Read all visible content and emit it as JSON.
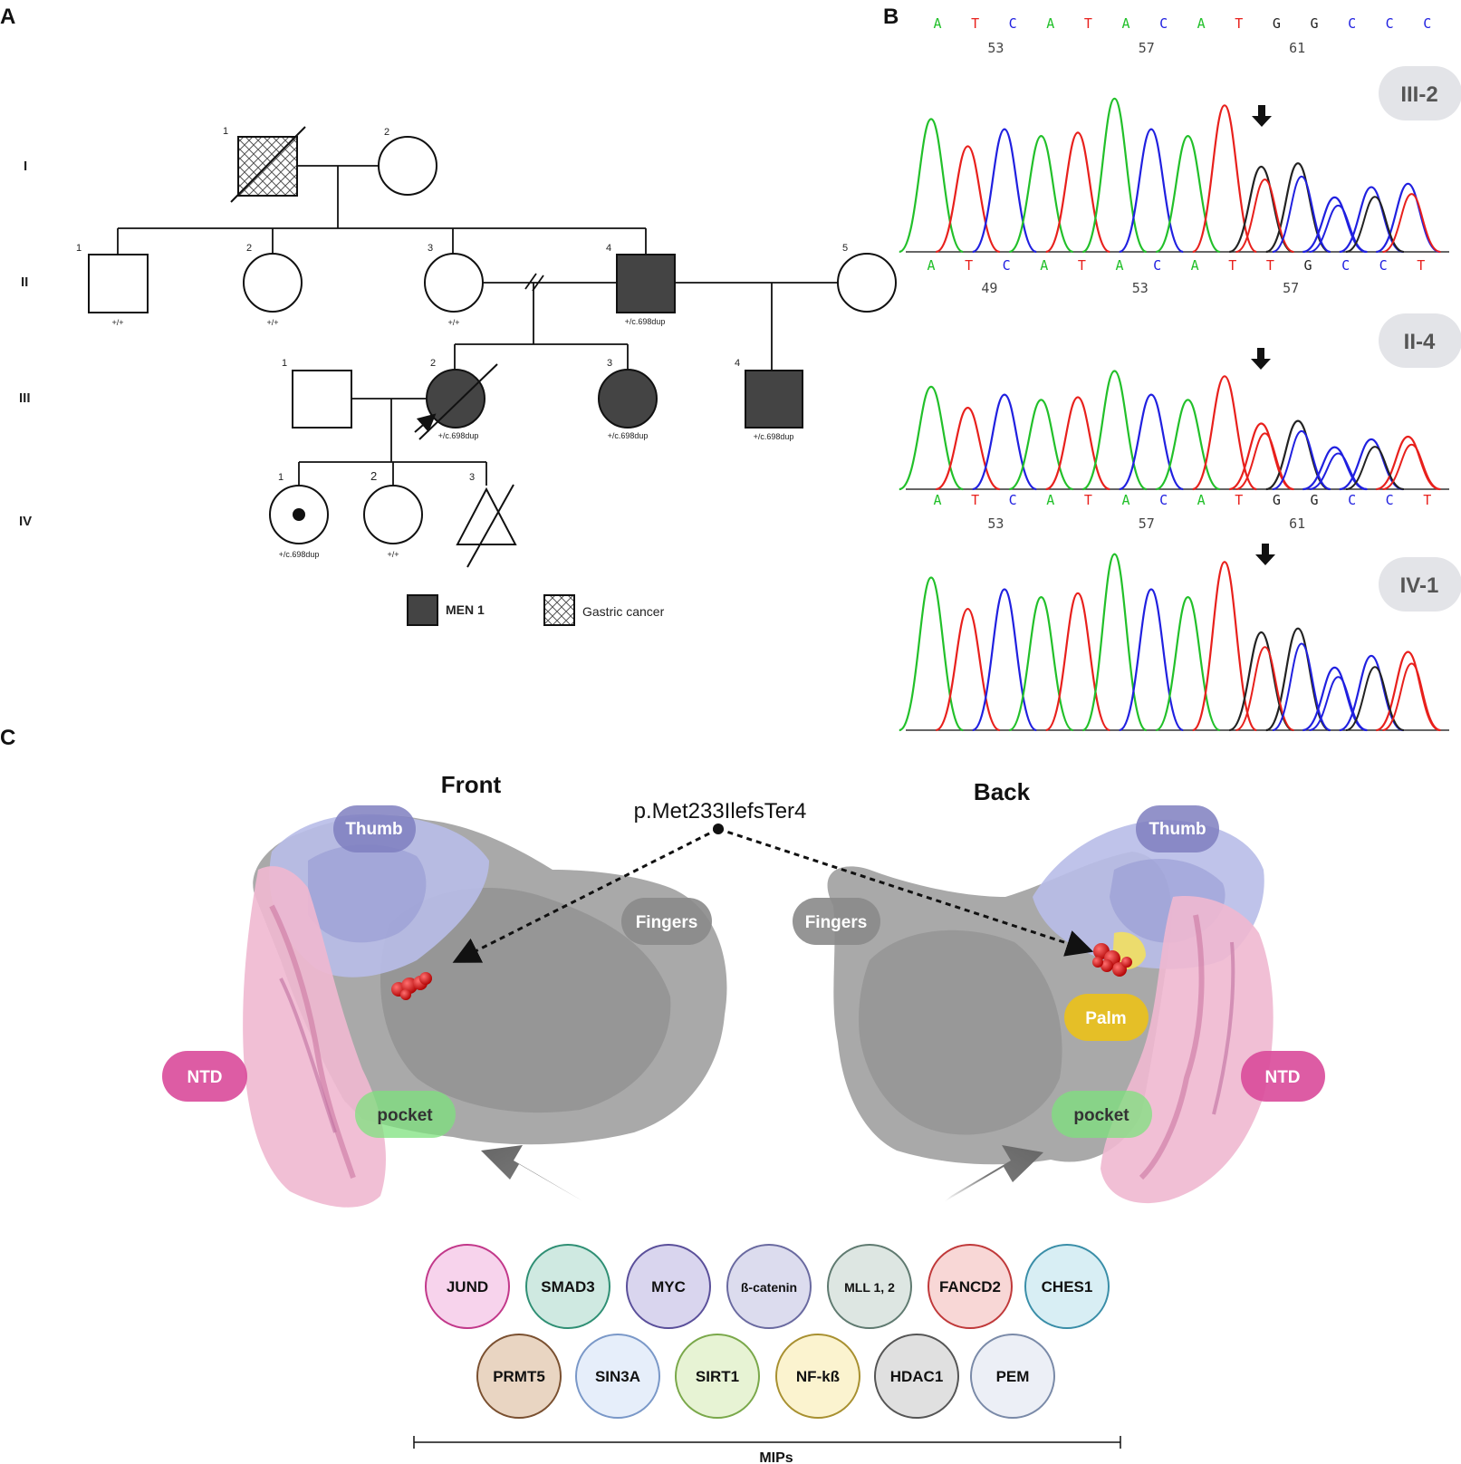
{
  "panels": {
    "A": "A",
    "B": "B",
    "C": "C"
  },
  "pedigree": {
    "generations": [
      "I",
      "II",
      "III",
      "IV"
    ],
    "individuals": [
      {
        "id": "I-1",
        "num": "1",
        "sex": "male",
        "affected": "gastric",
        "deceased": true,
        "genotype": ""
      },
      {
        "id": "I-2",
        "num": "2",
        "sex": "female",
        "affected": "none",
        "deceased": false,
        "genotype": ""
      },
      {
        "id": "II-1",
        "num": "1",
        "sex": "male",
        "affected": "none",
        "deceased": false,
        "genotype": "+/+"
      },
      {
        "id": "II-2",
        "num": "2",
        "sex": "female",
        "affected": "none",
        "deceased": false,
        "genotype": "+/+"
      },
      {
        "id": "II-3",
        "num": "3",
        "sex": "female",
        "affected": "none",
        "deceased": false,
        "genotype": "+/+"
      },
      {
        "id": "II-4",
        "num": "4",
        "sex": "male",
        "affected": "men1",
        "deceased": false,
        "genotype": "+/c.698dup"
      },
      {
        "id": "II-5",
        "num": "5",
        "sex": "female",
        "affected": "none",
        "deceased": false,
        "genotype": ""
      },
      {
        "id": "III-1",
        "num": "1",
        "sex": "male",
        "affected": "none",
        "deceased": false,
        "genotype": ""
      },
      {
        "id": "III-2",
        "num": "2",
        "sex": "female",
        "affected": "men1",
        "deceased": true,
        "proband": true,
        "genotype": "+/c.698dup"
      },
      {
        "id": "III-3",
        "num": "3",
        "sex": "female",
        "affected": "men1",
        "deceased": false,
        "genotype": "+/c.698dup"
      },
      {
        "id": "III-4",
        "num": "4",
        "sex": "male",
        "affected": "men1",
        "deceased": false,
        "genotype": "+/c.698dup"
      },
      {
        "id": "IV-1",
        "num": "1",
        "sex": "female",
        "affected": "carrier",
        "deceased": false,
        "genotype": "+/c.698dup"
      },
      {
        "id": "IV-2",
        "num": "2",
        "sex": "female",
        "affected": "none",
        "deceased": false,
        "genotype": "+/+"
      },
      {
        "id": "IV-3",
        "num": "3",
        "sex": "unknown",
        "affected": "none",
        "deceased": true,
        "genotype": ""
      }
    ],
    "legend": {
      "men1": "MEN 1",
      "gastric": "Gastric cancer"
    }
  },
  "sequencing": {
    "colors": {
      "A": "#22c02a",
      "T": "#e8201c",
      "C": "#2020e0",
      "G": "#222222"
    },
    "tracks": [
      {
        "label": "III-2",
        "bases": [
          "A",
          "T",
          "C",
          "A",
          "T",
          "A",
          "C",
          "A",
          "T",
          "G",
          "G",
          "C",
          "C",
          "C"
        ],
        "positions": [
          "53",
          "57",
          "61"
        ]
      },
      {
        "label": "II-4",
        "bases": [
          "A",
          "T",
          "C",
          "A",
          "T",
          "A",
          "C",
          "A",
          "T",
          "T",
          "G",
          "C",
          "C",
          "T"
        ],
        "positions": [
          "49",
          "53",
          "57"
        ]
      },
      {
        "label": "IV-1",
        "bases": [
          "A",
          "T",
          "C",
          "A",
          "T",
          "A",
          "C",
          "A",
          "T",
          "G",
          "G",
          "C",
          "C",
          "T"
        ],
        "positions": [
          "53",
          "57",
          "61"
        ]
      }
    ]
  },
  "structure": {
    "front_title": "Front",
    "back_title": "Back",
    "mutation": "p.Met233IlefsTer4",
    "domains": {
      "thumb": "Thumb",
      "fingers": "Fingers",
      "ntd": "NTD",
      "pocket": "pocket",
      "palm": "Palm"
    },
    "colors": {
      "thumb": "#7f7fc0",
      "fingers": "#8a8a8a",
      "ntd": "#d94a9a",
      "pocket": "#7ee27e",
      "palm": "#e8c020",
      "surface_gray": "#9a9a9a",
      "surface_pink": "#f0b8d0",
      "surface_blue": "#b8bde8"
    }
  },
  "mips": {
    "label": "MIPs",
    "row1": [
      {
        "name": "JUND",
        "fill": "#f7d3ec",
        "stroke": "#c2388a"
      },
      {
        "name": "SMAD3",
        "fill": "#cfe9e1",
        "stroke": "#2f8f74"
      },
      {
        "name": "MYC",
        "fill": "#d9d5ee",
        "stroke": "#5a4f9a"
      },
      {
        "name": "ß-catenin",
        "fill": "#dcdcee",
        "stroke": "#6a6aa0"
      },
      {
        "name": "MLL 1, 2",
        "fill": "#dde6e2",
        "stroke": "#5f7a70"
      },
      {
        "name": "FANCD2",
        "fill": "#f8d7d6",
        "stroke": "#c0393a"
      },
      {
        "name": "CHES1",
        "fill": "#d8eef4",
        "stroke": "#3a8ea8"
      }
    ],
    "row2": [
      {
        "name": "PRMT5",
        "fill": "#e9d5c2",
        "stroke": "#7a5030"
      },
      {
        "name": "SIN3A",
        "fill": "#e6eefa",
        "stroke": "#7a98c8"
      },
      {
        "name": "SIRT1",
        "fill": "#e7f3d4",
        "stroke": "#7aa84a"
      },
      {
        "name": "NF-kß",
        "fill": "#fbf3cf",
        "stroke": "#a89030"
      },
      {
        "name": "HDAC1",
        "fill": "#e0e0e0",
        "stroke": "#555555"
      },
      {
        "name": "PEM",
        "fill": "#eceff6",
        "stroke": "#7a8aa8"
      }
    ]
  }
}
